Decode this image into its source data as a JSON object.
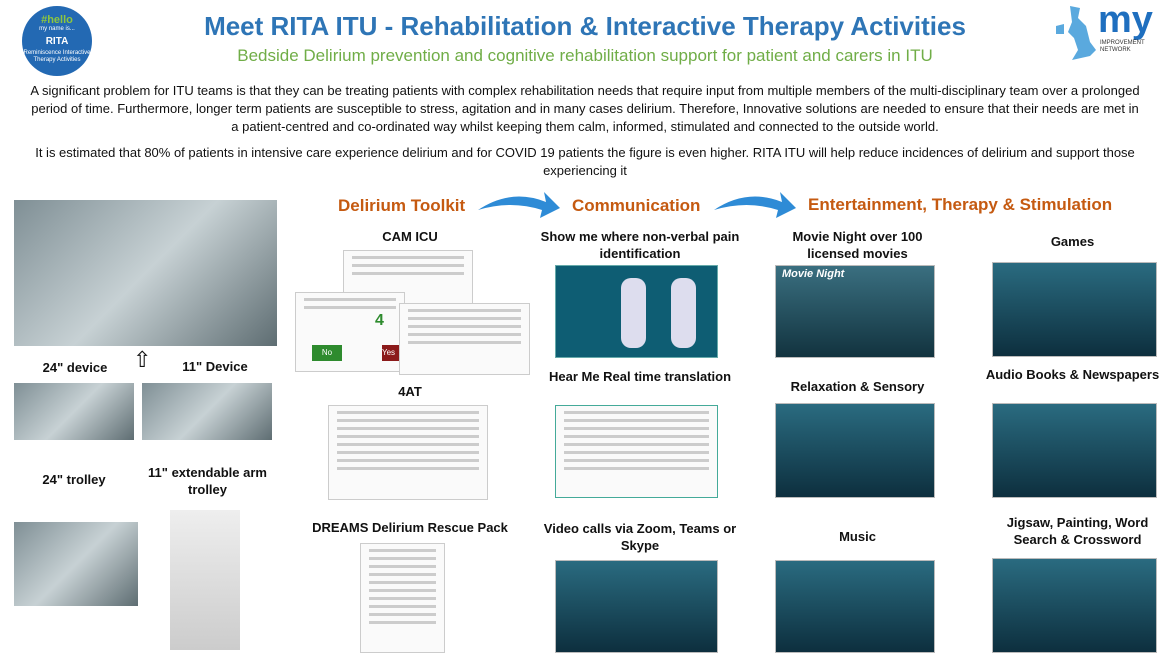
{
  "logo_left": {
    "hashtag": "#hello",
    "line": "my name is...",
    "name": "RITA",
    "tagline": "Reminiscence Interactive Therapy Activities"
  },
  "logo_right": {
    "text": "my",
    "sub": "IMPROVEMENT NETWORK"
  },
  "title": "Meet RITA ITU - Rehabilitation & Interactive Therapy Activities",
  "subtitle": "Bedside Delirium prevention and cognitive rehabilitation support for patient and carers in ITU",
  "intro": "A significant problem for ITU teams is that they can be treating patients with complex rehabilitation needs that require input from multiple members of the multi-disciplinary team over a prolonged period of time. Furthermore, longer term patients are susceptible to stress, agitation and in many cases delirium. Therefore, Innovative solutions are needed to ensure that their needs are met in a patient-centred and co-ordinated way whilst keeping them calm, informed, stimulated and connected to the outside world.",
  "stat": "It is estimated that 80% of patients in intensive care experience delirium and for COVID 19 patients the figure is even higher. RITA ITU will help reduce incidences of delirium and support those experiencing it",
  "sections": [
    "Delirium Toolkit",
    "Communication",
    "Entertainment, Therapy & Stimulation"
  ],
  "devices": {
    "d24": "24\" device",
    "d11": "11\" Device",
    "t24": "24\" trolley",
    "t11": "11\" extendable arm trolley"
  },
  "toolkit": [
    "CAM ICU",
    "4AT",
    "DREAMS Delirium Rescue Pack"
  ],
  "cam": {
    "no": "No",
    "yes": "Yes",
    "score": "4"
  },
  "communication": [
    "Show me where non-verbal pain identification",
    "Hear Me Real time translation",
    "Video calls via Zoom, Teams or Skype"
  ],
  "entertainment": [
    "Movie Night over 100 licensed movies",
    "Games",
    "Relaxation & Sensory",
    "Audio Books & Newspapers",
    "Music",
    "Jigsaw, Painting, Word Search  & Crossword"
  ],
  "movie_title": "Movie Night",
  "colors": {
    "title": "#2e75b6",
    "subtitle": "#70ad47",
    "section": "#c55a11",
    "arrow": "#2e8bd6"
  }
}
